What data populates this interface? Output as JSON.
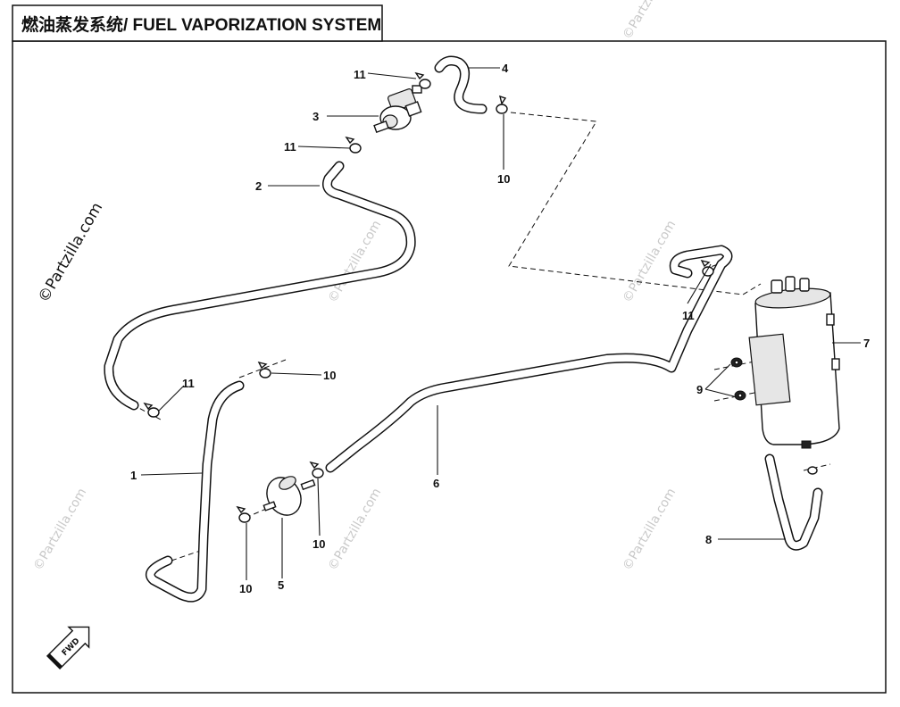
{
  "title": "燃油蒸发系统/ FUEL VAPORIZATION SYSTEM",
  "callouts": {
    "c1": "1",
    "c2": "2",
    "c3": "3",
    "c4": "4",
    "c5": "5",
    "c6": "6",
    "c7": "7",
    "c8": "8",
    "c9": "9",
    "c10a": "10",
    "c10b": "10",
    "c10c": "10",
    "c10d": "10",
    "c11a": "11",
    "c11b": "11",
    "c11c": "11",
    "c11d": "11"
  },
  "watermark": "©Partzilla.com",
  "fwd_label": "FWD"
}
